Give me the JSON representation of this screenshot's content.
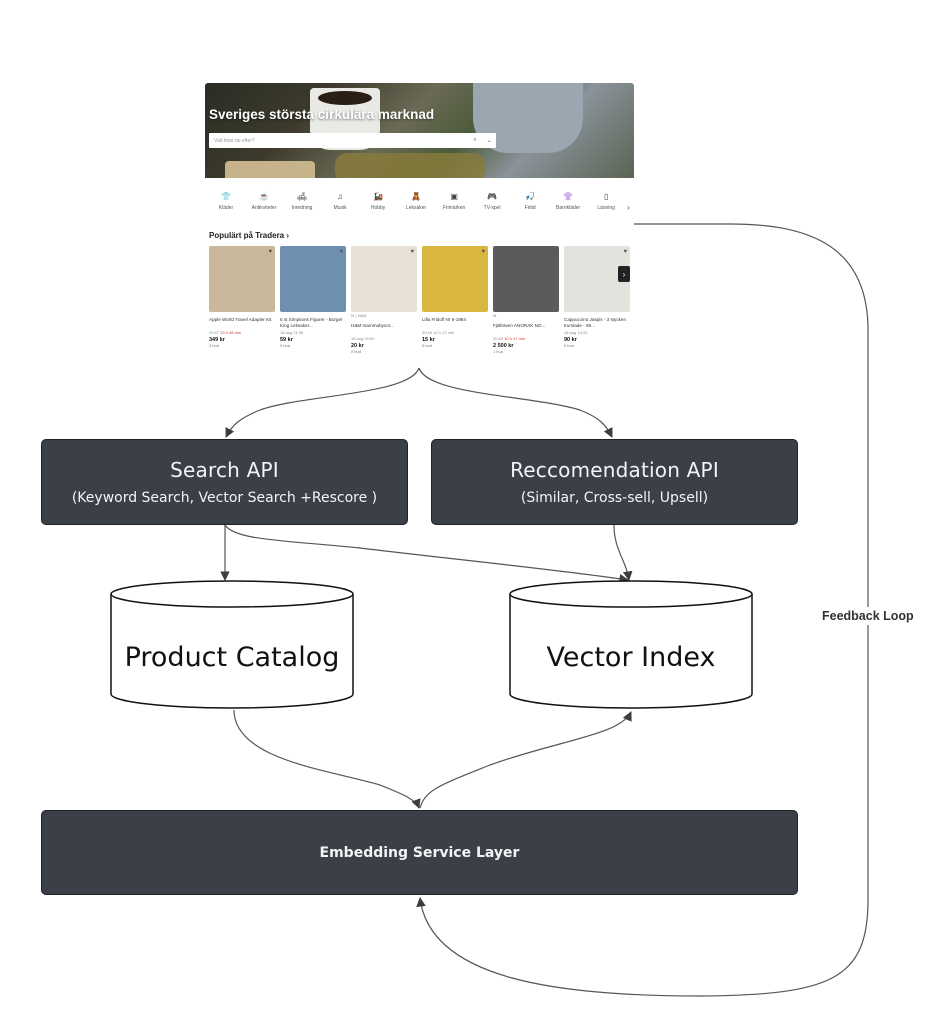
{
  "screenshot": {
    "hero_title": "Sveriges största cirkulära marknad",
    "search_placeholder": "Vad letar du efter?",
    "search_icon": "search-icon",
    "dropdown_icon": "chevron-down-icon",
    "categories": [
      {
        "label": "Kläder",
        "icon": "shirt-icon",
        "glyph": "👕"
      },
      {
        "label": "Antikviteter",
        "icon": "teapot-icon",
        "glyph": "☕"
      },
      {
        "label": "Inredning",
        "icon": "sofa-icon",
        "glyph": "🛋"
      },
      {
        "label": "Musik",
        "icon": "music-note-icon",
        "glyph": "♫"
      },
      {
        "label": "Hobby",
        "icon": "train-icon",
        "glyph": "🚂"
      },
      {
        "label": "Leksaker",
        "icon": "toy-icon",
        "glyph": "🧸"
      },
      {
        "label": "Frimärken",
        "icon": "stamp-icon",
        "glyph": "▣"
      },
      {
        "label": "TV-spel",
        "icon": "gamepad-icon",
        "glyph": "🎮"
      },
      {
        "label": "Fritid",
        "icon": "fishing-icon",
        "glyph": "🎣"
      },
      {
        "label": "Barnkläder",
        "icon": "baby-shirt-icon",
        "glyph": "👚"
      },
      {
        "label": "Läsning",
        "icon": "book-icon",
        "glyph": "▯"
      }
    ],
    "categories_next": "›",
    "popular_title": "Populärt på Tradera ›",
    "cards": [
      {
        "title": "Apple World Travel Adapter Kit",
        "brand": "",
        "meta": "20:47 ",
        "meta_red": "13 h 48 min",
        "price": "349 kr",
        "bids": "3 bud",
        "color": "#c9b89a"
      },
      {
        "title": "5 st Simpsons Figurer - Burger King Leksaker...",
        "brand": "",
        "meta": "16 aug 21:36",
        "meta_red": "",
        "price": "59 kr",
        "bids": "0 bud",
        "color": "#6f8fb0"
      },
      {
        "title": "H&M mammabyxor...",
        "brand": "M | H&M",
        "meta": "19 aug 20:52",
        "meta_red": "",
        "price": "20 kr",
        "bids": "0 bud",
        "color": "#e6e0d6"
      },
      {
        "title": "Lilla Fridolf Nr 6-1984",
        "brand": "",
        "meta": "20:16 12 h 17 min",
        "meta_red": "",
        "price": "15 kr",
        "bids": "0 bud",
        "color": "#d8b640"
      },
      {
        "title": "Fjällräven ANORAK NO...",
        "brand": "M",
        "meta": "20:49 ",
        "meta_red": "10 h 47 min",
        "price": "2 500 kr",
        "bids": "1 bud",
        "color": "#5b5b5b"
      },
      {
        "title": "Cappuccino Jaspis - 3 stycken trumlade - 89...",
        "brand": "",
        "meta": "16 aug 14:33",
        "meta_red": "",
        "price": "90 kr",
        "bids": "0 bud",
        "color": "#e4e2dc"
      }
    ],
    "carousel_next": "›",
    "heart_icon": "♥"
  },
  "diagram": {
    "search_api": {
      "title": "Search API",
      "subtitle": "(Keyword Search, Vector Search +Rescore )"
    },
    "recommendation_api": {
      "title": "Reccomendation API",
      "subtitle": "(Similar, Cross-sell, Upsell)"
    },
    "product_catalog": "Product Catalog",
    "vector_index": "Vector Index",
    "embedding_layer": "Embedding Service Layer",
    "feedback_loop": "Feedback Loop"
  }
}
